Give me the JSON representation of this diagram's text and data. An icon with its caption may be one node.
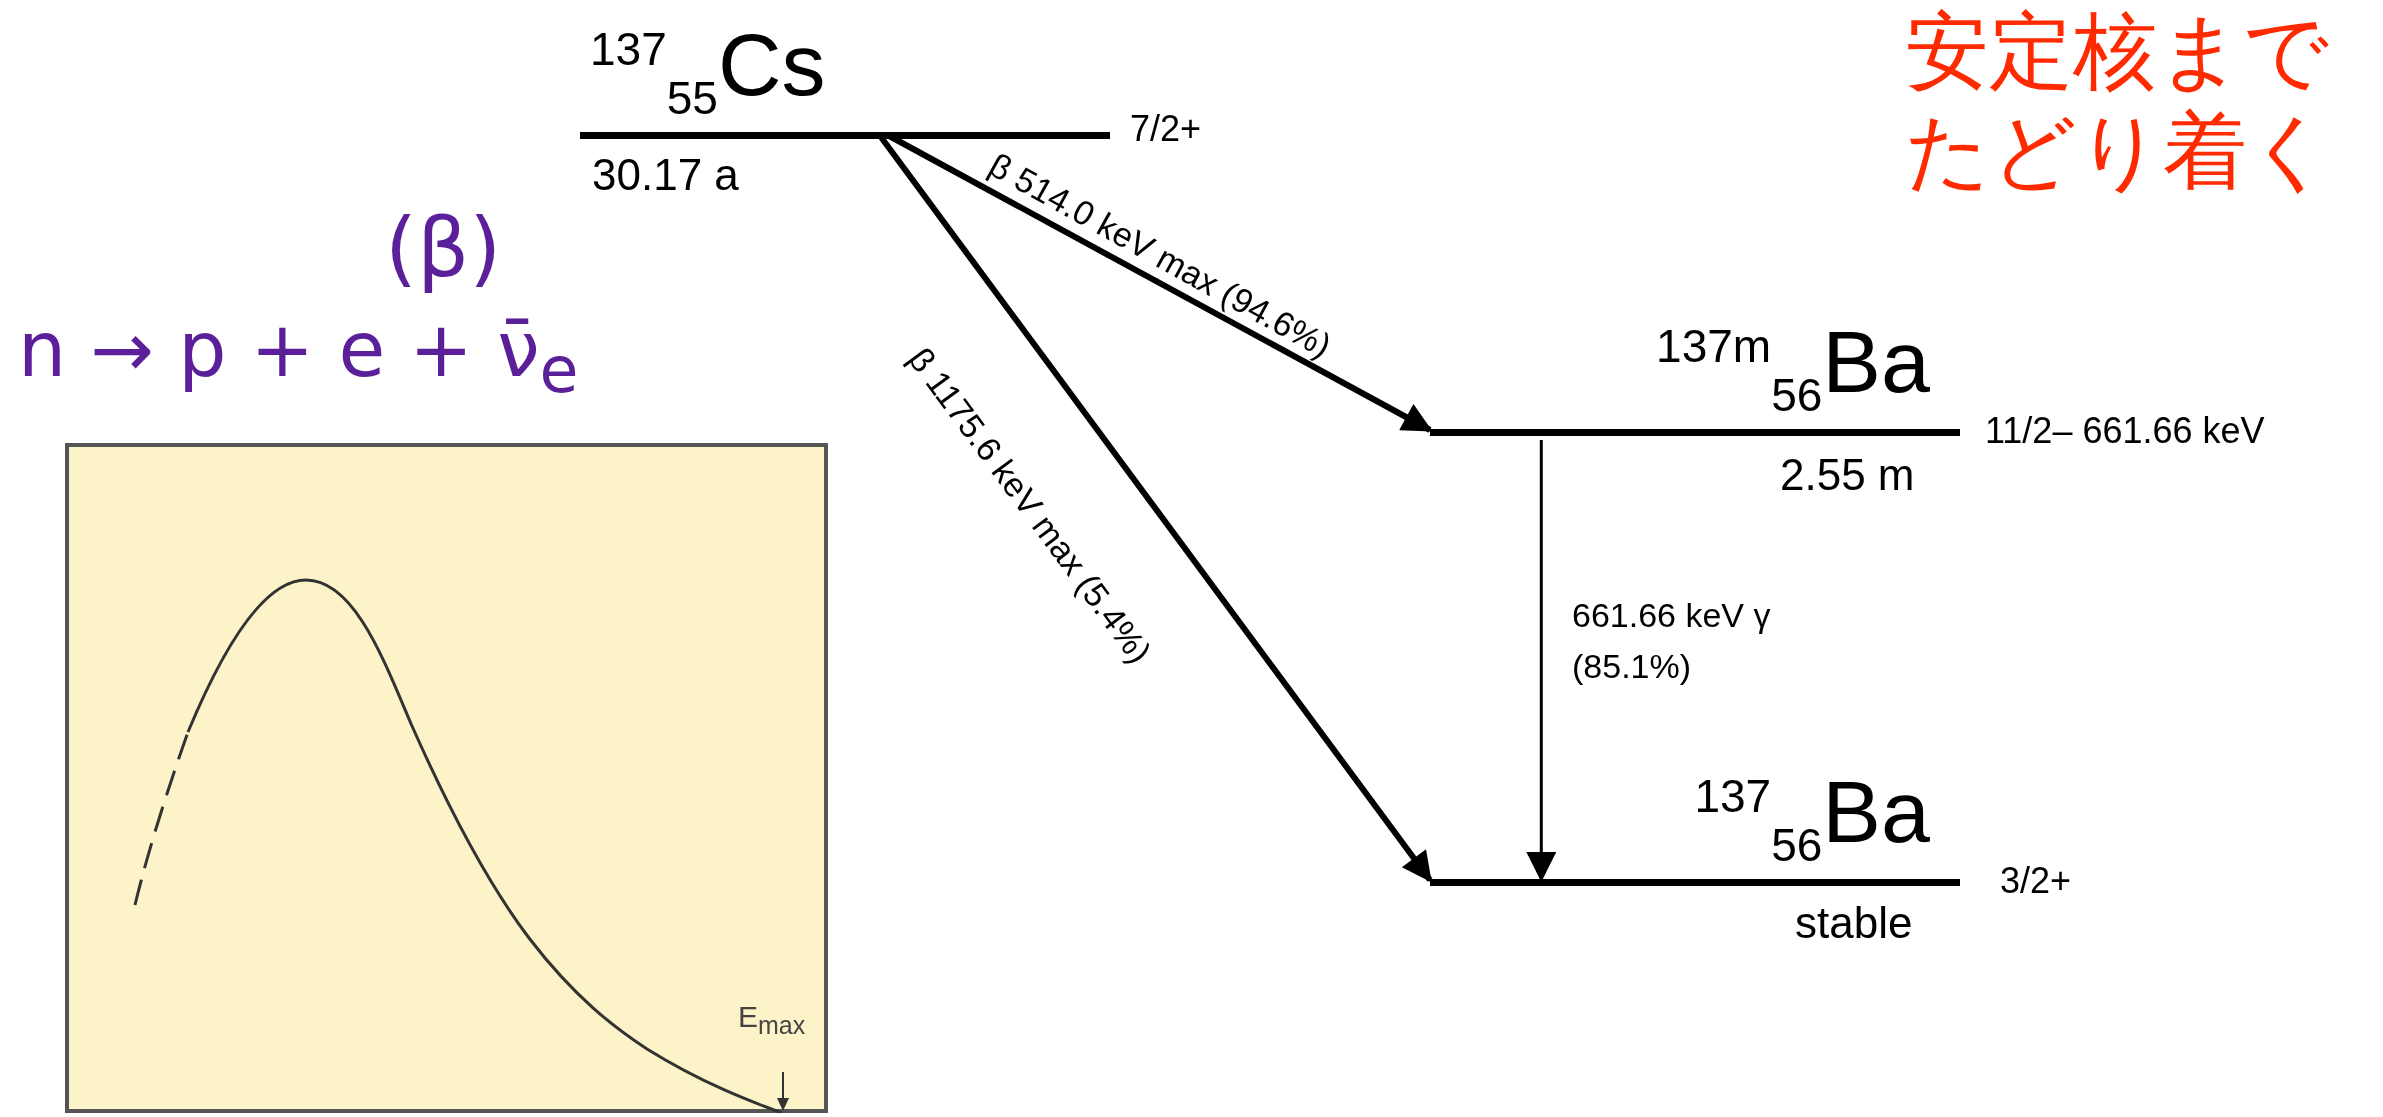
{
  "diagram": {
    "nodes": [
      {
        "text": [
          "$^{137}$$_{55}$Cs"
        ],
        "beside": [
          "7/2+",
          "30.17 a"
        ]
      },
      {
        "text": [
          "$^{137m}$$_{56}$Ba"
        ],
        "beside": [
          "11/2–  661.66 keV",
          "2.55 m"
        ]
      },
      {
        "text": [
          "$^{137}$$_{56}$Ba"
        ],
        "beside": [
          "3/2+",
          "stable"
        ]
      }
    ],
    "edges": [
      {
        "from": 0,
        "to": 1,
        "arrow": "to",
        "label": "β 514.0 keV max (94.6%)"
      },
      {
        "from": 0,
        "to": 2,
        "arrow": "to",
        "label": "β 1175.6 keV max (5.4%)"
      },
      {
        "from": 1,
        "to": 2,
        "arrow": "to",
        "label": "661.66 keV γ (85.1%)"
      }
    ],
    "labels": [
      "安定核まで",
      "たどり着く",
      "(β)",
      "n → p + e + ν̄$_{e}$",
      "E$_{max}$"
    ]
  }
}
